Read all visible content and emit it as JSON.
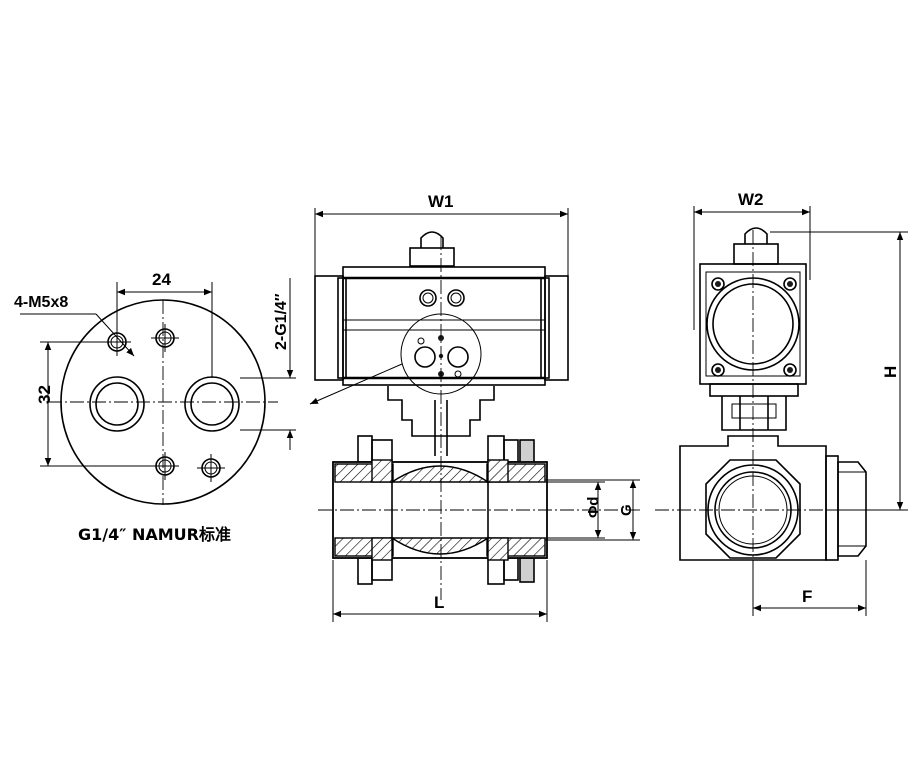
{
  "namur_face": {
    "dim_24": "24",
    "dim_32": "32",
    "dim_holes": "4-M5x8",
    "dim_ports": "2-G1/4″",
    "caption": "G1/4″ NAMUR标准"
  },
  "front_view": {
    "dim_w1": "W1",
    "dim_l": "L",
    "dim_phid": "Φd",
    "dim_g": "G"
  },
  "side_view": {
    "dim_w2": "W2",
    "dim_h": "H",
    "dim_f": "F"
  }
}
